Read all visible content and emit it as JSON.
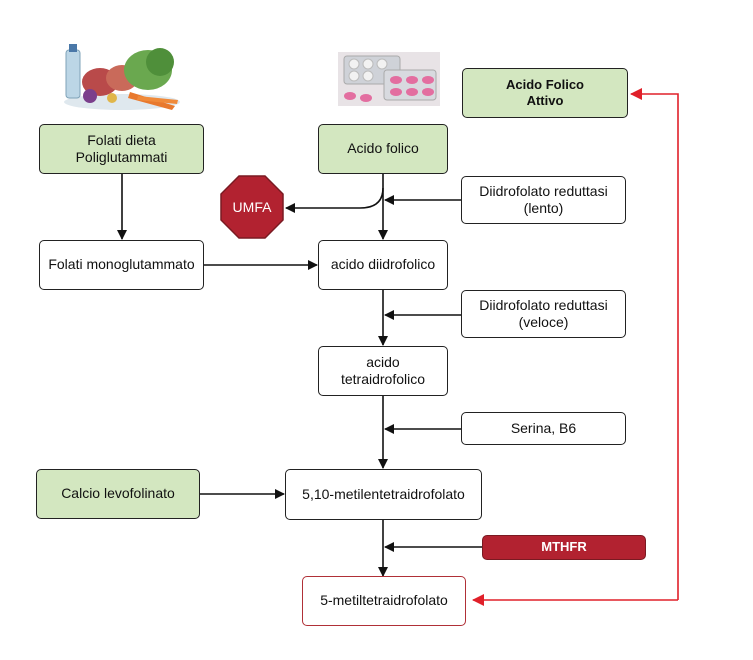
{
  "nodes": {
    "folati_dieta": "Folati dieta\nPoliglutammati",
    "acido_folico": "Acido folico",
    "acido_folico_attivo": "Acido Folico\nAttivo",
    "umfa": "UMFA",
    "diidrofolato_lento": "Diidrofolato reduttasi\n(lento)",
    "folati_mono": "Folati monoglutammato",
    "acido_diidrofolico": "acido diidrofolico",
    "diidrofolato_veloce": "Diidrofolato reduttasi\n(veloce)",
    "acido_tetraidrofolico": "acido\ntetraidrofolico",
    "serina_b6": "Serina, B6",
    "calcio_levofolinato": "Calcio levofolinato",
    "metilentetraidrofolato": "5,10-metilentetraidrofolato",
    "mthfr": "MTHFR",
    "metiltetraidrofolato": "5-metiltetraidrofolato"
  },
  "colors": {
    "green_fill": "#d3e7c0",
    "dark_red": "#b22230",
    "arrow_red": "#e0202a",
    "arrow_black": "#111111"
  },
  "icons": {
    "food": "food-image",
    "pills": "pills-image"
  }
}
